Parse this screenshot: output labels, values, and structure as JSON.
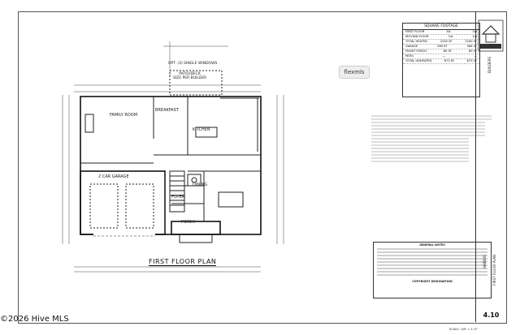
{
  "plan": {
    "title": "FIRST FLOOR PLAN",
    "option_note": "OPT. (3) SINGLE WINDOWS",
    "patio": "PATIO/DECK",
    "patio_sub": "SIZE PER BUILDER",
    "rooms": {
      "family": "FAMILY ROOM",
      "breakfast": "BREAKFAST",
      "kitchen": "KITCHEN",
      "dining": "DINING",
      "garage": "2 CAR GARAGE",
      "porch": "PORCH",
      "foyer": "FOYER"
    }
  },
  "watermark": "flexmls",
  "square_footage": {
    "header": "SQUARE FOOTAGE",
    "rows": [
      [
        "FIRST FLOOR",
        "1st",
        "1st"
      ],
      [
        "SECOND FLOOR",
        "1st",
        "1st"
      ],
      [
        "TOTAL HEATED",
        "2240 SF",
        "2240 SF"
      ],
      [
        "GARAGE",
        "584 SF",
        "584 SF"
      ],
      [
        "FRONT PORCH",
        "89 SF",
        "89 SF"
      ],
      [
        "PATIO",
        "—",
        "—"
      ],
      [
        "TOTAL UNHEATED",
        "673 SF",
        "673 SF"
      ]
    ]
  },
  "titleblock": {
    "brand": "BUILDERS",
    "plan_name": "HARBOR",
    "sheet_title": "FIRST FLOOR PLAN",
    "sheet_number": "4.10"
  },
  "notes_header": "GENERAL NOTES",
  "copyright_header": "COPYRIGHT DESIGNATION",
  "scale": "SCALE: 1/8\" = 1'-0\"",
  "copyright": "©2026 Hive MLS"
}
